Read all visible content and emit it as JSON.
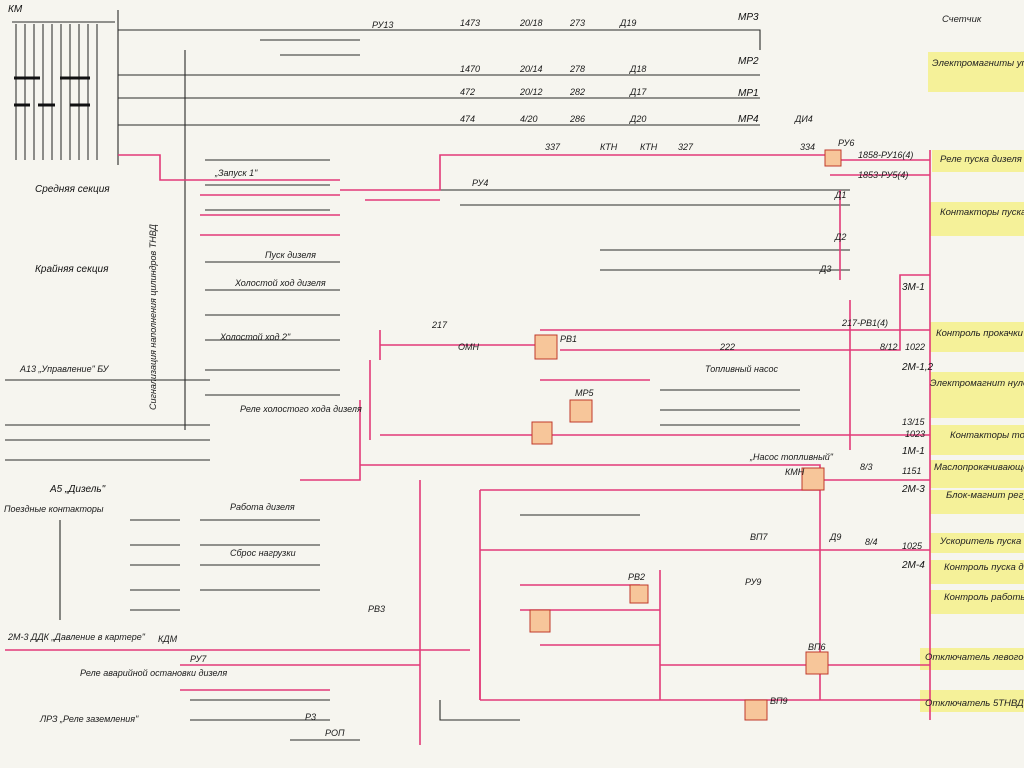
{
  "header": {
    "km_label": "КМ"
  },
  "left_labels": {
    "middle_section": "Средняя секция",
    "end_section": "Крайняя секция",
    "control_label": "А13 „Управление\" БУ",
    "diesel_label": "А5 „Дизель\"",
    "train_contactors": "Поездные контакторы",
    "crankcase_pressure": "2М-3 ДДК „Давление в картере\"",
    "ground_relay": "ЛРЗ „Реле заземления\"",
    "emergency_stop": "Реле аварийной остановки дизеля",
    "cylinder_signal": "Сигнализация наполнения цилиндров ТНВД"
  },
  "center_labels": {
    "start1": "„Запуск 1\"",
    "start_diesel": "Пуск дизеля",
    "idle_run": "Холостой ход дизеля",
    "idle_run2": "Холостой ход 2\"",
    "idle_relay": "Реле холостого хода дизеля",
    "diesel_work": "Работа дизеля",
    "load_drop": "Сброс нагрузки",
    "fuel_pump": "Топливный насос",
    "fuel_pump2": "„Насос топливный\""
  },
  "right_legend": [
    "Счетчик",
    "Электромагниты управления оборотами дизеля",
    "Реле пуска дизеля",
    "Контакторы пуска дизеля",
    "Контроль прокачки масла",
    "Электромагнит нулевого положения индуктивного датчика",
    "Контакторы топливного насоса",
    "Маслопрокачивающего насоса",
    "Блок-магнит регулятора дизеля",
    "Ускоритель пуска",
    "Контроль пуска дизеля",
    "Контроль работы дизеля",
    "Отключатель левого ряда ТНВД",
    "Отключатель 5ТНВД"
  ],
  "devices": [
    "МР3",
    "МР2",
    "МР1",
    "МР4",
    "РУ6",
    "Д1",
    "Д2",
    "Д3",
    "РВ1",
    "МР5",
    "КМН",
    "ВП7",
    "Д9",
    "РВ2",
    "РУ9",
    "ВП6",
    "ВП9",
    "РВ3",
    "КТН",
    "ОМН",
    "РУ13",
    "РУ4",
    "Р3",
    "РОП",
    "РУ7",
    "КДМ",
    "ДИ4"
  ],
  "wires": [
    "1473",
    "20/18",
    "273",
    "Д19",
    "1470",
    "20/14",
    "278",
    "Д18",
    "472",
    "20/12",
    "282",
    "Д17",
    "474",
    "4/20",
    "286",
    "Д20",
    "337",
    "КТН",
    "327",
    "334",
    "1858-РУ16(4)",
    "1853-РУ5(4)",
    "217",
    "217-РВ1(4)",
    "1022",
    "222",
    "1023",
    "1151",
    "1025",
    "8/12",
    "13/15",
    "8/3",
    "8/4",
    "2М-1,2",
    "2М-3",
    "2М-4",
    "1М-1",
    "3М-1"
  ]
}
